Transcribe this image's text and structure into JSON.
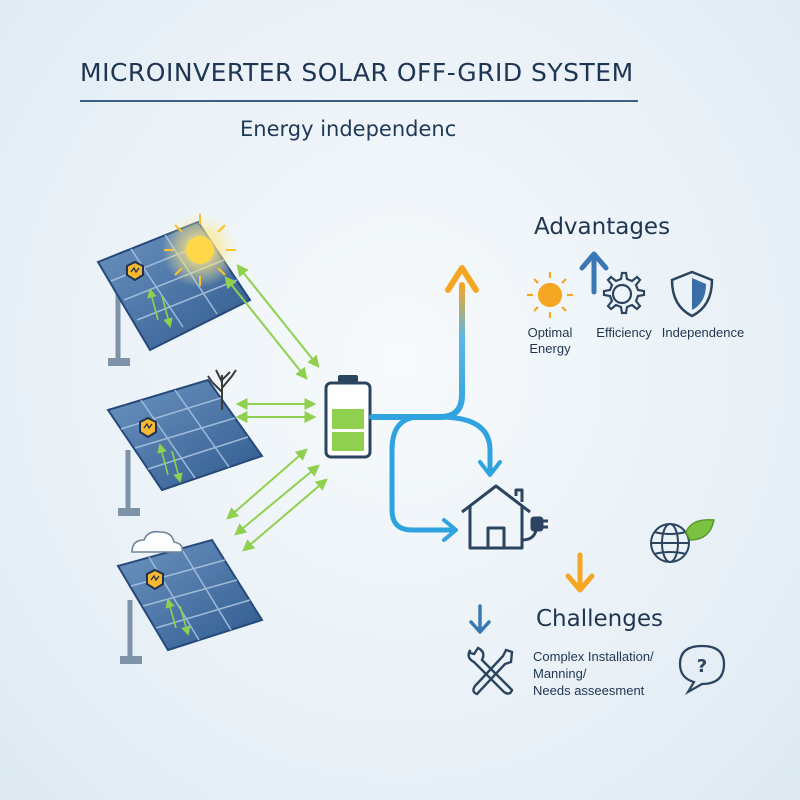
{
  "title": "MICROINVERTER SOLAR OFF-GRID SYSTEM",
  "subtitle": "Energy independenc",
  "advantages": {
    "heading": "Advantages",
    "items": [
      {
        "label": "Optimal\nEnergy",
        "icon": "sun-icon"
      },
      {
        "label": "Efficiency",
        "icon": "gear-icon"
      },
      {
        "label": "Independence",
        "icon": "shield-icon"
      }
    ]
  },
  "challenges": {
    "heading": "Challenges",
    "lines": [
      "Complex Installation/",
      "Manning/",
      "Needs asseesment"
    ],
    "icons": [
      "wrench-screwdriver-icon",
      "question-bubble-icon"
    ]
  },
  "colors": {
    "panel": "#3f6fa6",
    "arrow_green": "#8fd14f",
    "flow_blue": "#2fa3e0",
    "accent_orange": "#f5a623",
    "accent_blue": "#3a78b5",
    "dark_icon": "#2b4560"
  }
}
